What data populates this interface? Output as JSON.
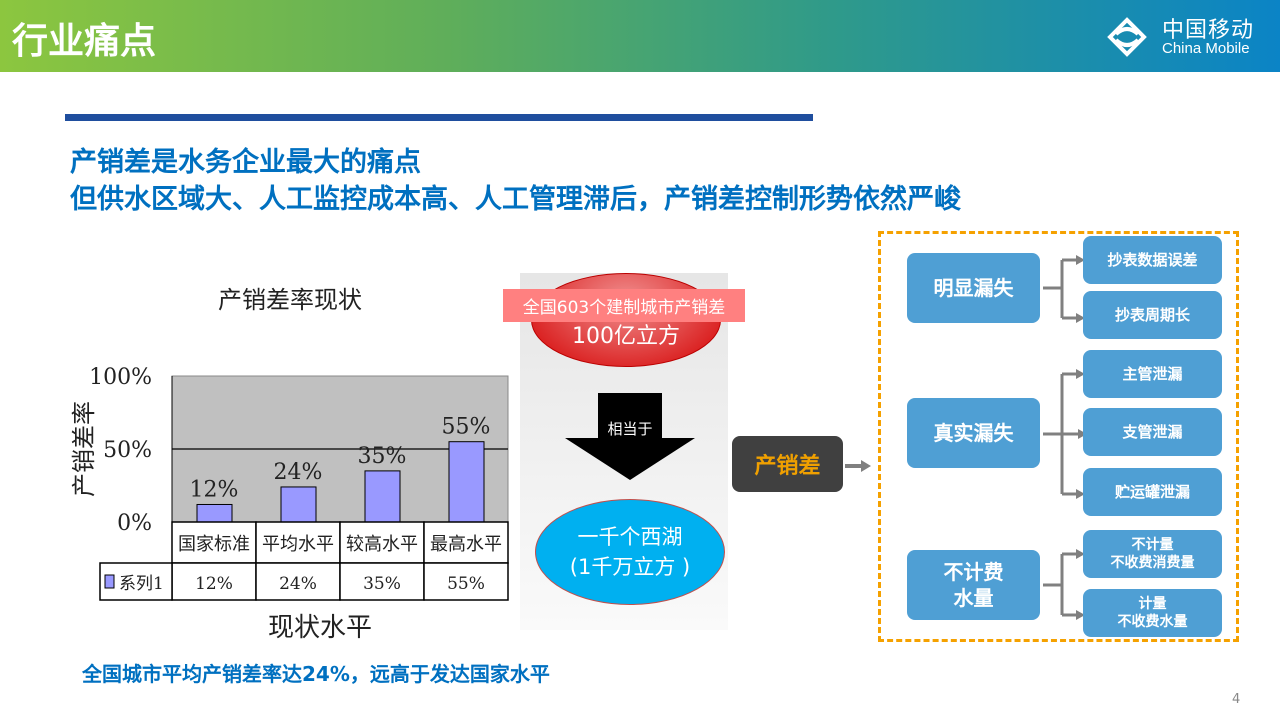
{
  "header": {
    "title": "行业痛点",
    "logo": {
      "cn": "中国移动",
      "en": "China Mobile"
    },
    "colors": {
      "start": "#8cc63f",
      "end": "#0b84c6"
    }
  },
  "headline": {
    "line1": "产销差是水务企业最大的痛点",
    "line2": "但供水区域大、人工监控成本高、人工管理滞后，产销差控制形势依然严峻"
  },
  "chart_data": {
    "type": "bar",
    "title": "产销差率现状",
    "xlabel": "现状水平",
    "ylabel": "产销差率",
    "categories": [
      "国家标准",
      "平均水平",
      "较高水平",
      "最高水平"
    ],
    "series": [
      {
        "name": "系列1",
        "values": [
          12,
          24,
          35,
          55
        ],
        "labels": [
          "12%",
          "24%",
          "35%",
          "55%"
        ],
        "color": "#9999ff"
      }
    ],
    "ylim": [
      0,
      100
    ],
    "yticks": [
      "0%",
      "50%",
      "100%"
    ],
    "grid": true,
    "data_table": true,
    "plot_bg": "#c0c0c0"
  },
  "middle": {
    "red_label": "全国603个建制城市产销差",
    "red_value": "100亿立方",
    "arrow_label": "相当于",
    "blue_line1": "一千个西湖",
    "blue_line2": "(1千万立方 )"
  },
  "center_box": "产销差",
  "tree": {
    "groups": [
      {
        "label": "明显漏失",
        "children": [
          "抄表数据误差",
          "抄表周期长"
        ]
      },
      {
        "label": "真实漏失",
        "children": [
          "主管泄漏",
          "支管泄漏",
          "贮运罐泄漏"
        ]
      },
      {
        "label_line1": "不计费",
        "label_line2": "水量",
        "children": [
          {
            "l1": "不计量",
            "l2": "不收费消费量"
          },
          {
            "l1": "计量",
            "l2": "不收费水量"
          }
        ]
      }
    ]
  },
  "footer": "全国城市平均产销差率达24%，远高于发达国家水平",
  "page_number": "4"
}
